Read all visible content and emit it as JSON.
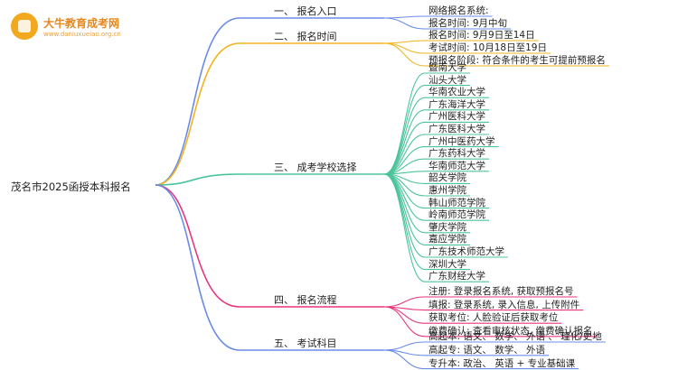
{
  "logo": {
    "title": "大牛教育成考网",
    "subtitle": "www.daniuxueiao.org.cn"
  },
  "root": "茂名市2025函授本科报名",
  "colors": {
    "b1": "#6b8be8",
    "b2": "#f0b41e",
    "b3": "#4cc49a",
    "b4": "#e8357c",
    "b5": "#6b8be8"
  },
  "branches": [
    {
      "label": "一、 报名入口",
      "items": [
        "网络报名系统:",
        "报名时间: 9月中旬"
      ]
    },
    {
      "label": "二、 报名时间",
      "items": [
        "报名时间: 9月9日至14日",
        "考试时间: 10月18日至19日",
        "预报名阶段: 符合条件的考生可提前预报名"
      ]
    },
    {
      "label": "三、 成考学校选择",
      "items": [
        "暨南大学",
        "汕头大学",
        "华南农业大学",
        "广东海洋大学",
        "广州医科大学",
        "广东医科大学",
        "广州中医药大学",
        "广东药科大学",
        "华南师范大学",
        "韶关学院",
        "惠州学院",
        "韩山师范学院",
        "岭南师范学院",
        "肇庆学院",
        "嘉应学院",
        "广东技术师范大学",
        "深圳大学",
        "广东财经大学"
      ]
    },
    {
      "label": "四、 报名流程",
      "items": [
        "注册: 登录报名系统, 获取预报名号",
        "填报: 登录系统, 录入信息, 上传附件",
        "获取考位: 人脸验证后获取考位",
        "缴费确认: 查看审核状态, 缴费确认报名"
      ]
    },
    {
      "label": "五、 考试科目",
      "items": [
        "高起本: 语文、 数学、 外语 、 理化/史地",
        "高起专: 语文、 数学、 外语",
        "专升本: 政治、 英语 + 专业基础课"
      ]
    }
  ]
}
